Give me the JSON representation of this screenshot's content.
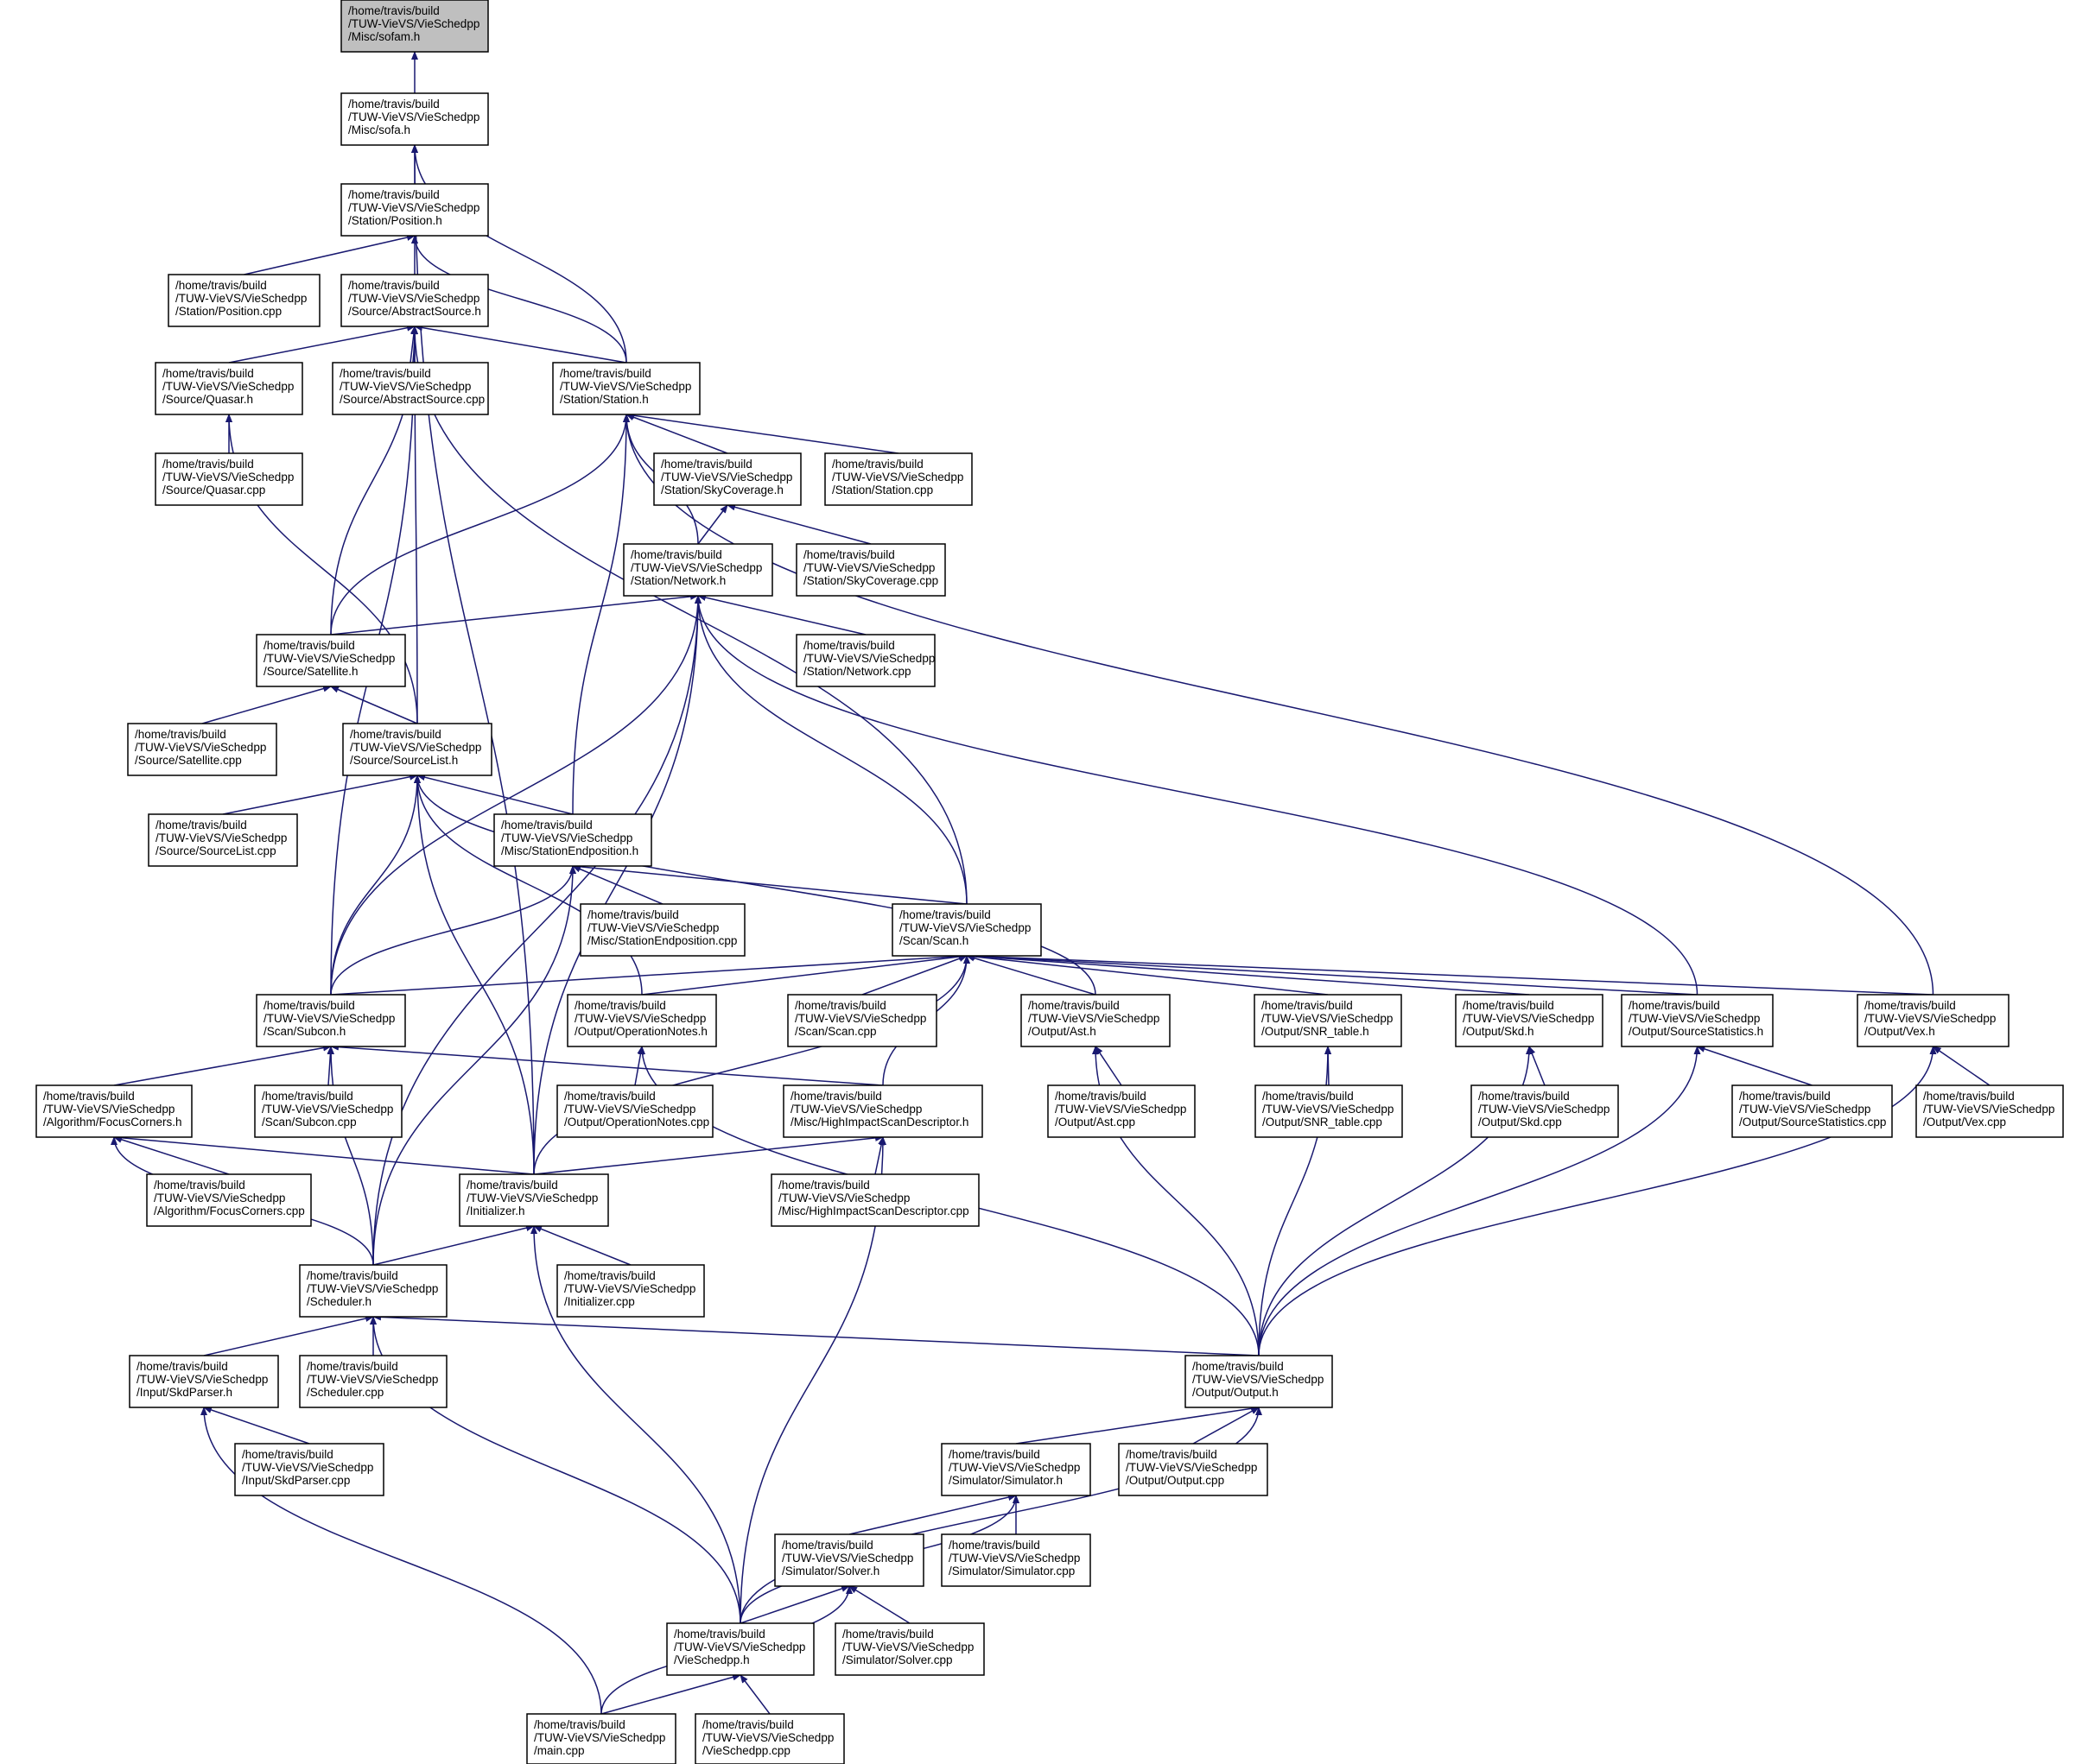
{
  "diagram": {
    "type": "include-dependency-graph",
    "edge_color": "#191970",
    "root_fill": "#bfbfbf",
    "nodes": [
      {
        "id": "sofam_h",
        "lines": [
          "/home/travis/build",
          "/TUW-VieVS/VieSchedpp",
          "/Misc/sofam.h"
        ],
        "root": true
      },
      {
        "id": "sofa_h",
        "lines": [
          "/home/travis/build",
          "/TUW-VieVS/VieSchedpp",
          "/Misc/sofa.h"
        ]
      },
      {
        "id": "position_h",
        "lines": [
          "/home/travis/build",
          "/TUW-VieVS/VieSchedpp",
          "/Station/Position.h"
        ]
      },
      {
        "id": "position_cpp",
        "lines": [
          "/home/travis/build",
          "/TUW-VieVS/VieSchedpp",
          "/Station/Position.cpp"
        ]
      },
      {
        "id": "abstractsource_h",
        "lines": [
          "/home/travis/build",
          "/TUW-VieVS/VieSchedpp",
          "/Source/AbstractSource.h"
        ]
      },
      {
        "id": "quasar_h",
        "lines": [
          "/home/travis/build",
          "/TUW-VieVS/VieSchedpp",
          "/Source/Quasar.h"
        ]
      },
      {
        "id": "abstractsource_cpp",
        "lines": [
          "/home/travis/build",
          "/TUW-VieVS/VieSchedpp",
          "/Source/AbstractSource.cpp"
        ]
      },
      {
        "id": "station_h",
        "lines": [
          "/home/travis/build",
          "/TUW-VieVS/VieSchedpp",
          "/Station/Station.h"
        ]
      },
      {
        "id": "quasar_cpp",
        "lines": [
          "/home/travis/build",
          "/TUW-VieVS/VieSchedpp",
          "/Source/Quasar.cpp"
        ]
      },
      {
        "id": "skycoverage_h",
        "lines": [
          "/home/travis/build",
          "/TUW-VieVS/VieSchedpp",
          "/Station/SkyCoverage.h"
        ]
      },
      {
        "id": "station_cpp",
        "lines": [
          "/home/travis/build",
          "/TUW-VieVS/VieSchedpp",
          "/Station/Station.cpp"
        ]
      },
      {
        "id": "network_h",
        "lines": [
          "/home/travis/build",
          "/TUW-VieVS/VieSchedpp",
          "/Station/Network.h"
        ]
      },
      {
        "id": "skycoverage_cpp",
        "lines": [
          "/home/travis/build",
          "/TUW-VieVS/VieSchedpp",
          "/Station/SkyCoverage.cpp"
        ]
      },
      {
        "id": "satellite_h",
        "lines": [
          "/home/travis/build",
          "/TUW-VieVS/VieSchedpp",
          "/Source/Satellite.h"
        ]
      },
      {
        "id": "network_cpp",
        "lines": [
          "/home/travis/build",
          "/TUW-VieVS/VieSchedpp",
          "/Station/Network.cpp"
        ]
      },
      {
        "id": "satellite_cpp",
        "lines": [
          "/home/travis/build",
          "/TUW-VieVS/VieSchedpp",
          "/Source/Satellite.cpp"
        ]
      },
      {
        "id": "sourcelist_h",
        "lines": [
          "/home/travis/build",
          "/TUW-VieVS/VieSchedpp",
          "/Source/SourceList.h"
        ]
      },
      {
        "id": "sourcelist_cpp",
        "lines": [
          "/home/travis/build",
          "/TUW-VieVS/VieSchedpp",
          "/Source/SourceList.cpp"
        ]
      },
      {
        "id": "stationendposition_h",
        "lines": [
          "/home/travis/build",
          "/TUW-VieVS/VieSchedpp",
          "/Misc/StationEndposition.h"
        ]
      },
      {
        "id": "stationendposition_cpp",
        "lines": [
          "/home/travis/build",
          "/TUW-VieVS/VieSchedpp",
          "/Misc/StationEndposition.cpp"
        ]
      },
      {
        "id": "scan_h",
        "lines": [
          "/home/travis/build",
          "/TUW-VieVS/VieSchedpp",
          "/Scan/Scan.h"
        ]
      },
      {
        "id": "subcon_h",
        "lines": [
          "/home/travis/build",
          "/TUW-VieVS/VieSchedpp",
          "/Scan/Subcon.h"
        ]
      },
      {
        "id": "operationnotes_h",
        "lines": [
          "/home/travis/build",
          "/TUW-VieVS/VieSchedpp",
          "/Output/OperationNotes.h"
        ]
      },
      {
        "id": "scan_cpp",
        "lines": [
          "/home/travis/build",
          "/TUW-VieVS/VieSchedpp",
          "/Scan/Scan.cpp"
        ]
      },
      {
        "id": "ast_h",
        "lines": [
          "/home/travis/build",
          "/TUW-VieVS/VieSchedpp",
          "/Output/Ast.h"
        ]
      },
      {
        "id": "snr_table_h",
        "lines": [
          "/home/travis/build",
          "/TUW-VieVS/VieSchedpp",
          "/Output/SNR_table.h"
        ]
      },
      {
        "id": "skd_h",
        "lines": [
          "/home/travis/build",
          "/TUW-VieVS/VieSchedpp",
          "/Output/Skd.h"
        ]
      },
      {
        "id": "sourcestatistics_h",
        "lines": [
          "/home/travis/build",
          "/TUW-VieVS/VieSchedpp",
          "/Output/SourceStatistics.h"
        ]
      },
      {
        "id": "vex_h",
        "lines": [
          "/home/travis/build",
          "/TUW-VieVS/VieSchedpp",
          "/Output/Vex.h"
        ]
      },
      {
        "id": "focuscorners_h",
        "lines": [
          "/home/travis/build",
          "/TUW-VieVS/VieSchedpp",
          "/Algorithm/FocusCorners.h"
        ]
      },
      {
        "id": "subcon_cpp",
        "lines": [
          "/home/travis/build",
          "/TUW-VieVS/VieSchedpp",
          "/Scan/Subcon.cpp"
        ]
      },
      {
        "id": "operationnotes_cpp",
        "lines": [
          "/home/travis/build",
          "/TUW-VieVS/VieSchedpp",
          "/Output/OperationNotes.cpp"
        ]
      },
      {
        "id": "highimpact_h",
        "lines": [
          "/home/travis/build",
          "/TUW-VieVS/VieSchedpp",
          "/Misc/HighImpactScanDescriptor.h"
        ]
      },
      {
        "id": "ast_cpp",
        "lines": [
          "/home/travis/build",
          "/TUW-VieVS/VieSchedpp",
          "/Output/Ast.cpp"
        ]
      },
      {
        "id": "snr_table_cpp",
        "lines": [
          "/home/travis/build",
          "/TUW-VieVS/VieSchedpp",
          "/Output/SNR_table.cpp"
        ]
      },
      {
        "id": "skd_cpp",
        "lines": [
          "/home/travis/build",
          "/TUW-VieVS/VieSchedpp",
          "/Output/Skd.cpp"
        ]
      },
      {
        "id": "sourcestatistics_cpp",
        "lines": [
          "/home/travis/build",
          "/TUW-VieVS/VieSchedpp",
          "/Output/SourceStatistics.cpp"
        ]
      },
      {
        "id": "vex_cpp",
        "lines": [
          "/home/travis/build",
          "/TUW-VieVS/VieSchedpp",
          "/Output/Vex.cpp"
        ]
      },
      {
        "id": "focuscorners_cpp",
        "lines": [
          "/home/travis/build",
          "/TUW-VieVS/VieSchedpp",
          "/Algorithm/FocusCorners.cpp"
        ]
      },
      {
        "id": "initializer_h",
        "lines": [
          "/home/travis/build",
          "/TUW-VieVS/VieSchedpp",
          "/Initializer.h"
        ]
      },
      {
        "id": "highimpact_cpp",
        "lines": [
          "/home/travis/build",
          "/TUW-VieVS/VieSchedpp",
          "/Misc/HighImpactScanDescriptor.cpp"
        ]
      },
      {
        "id": "scheduler_h",
        "lines": [
          "/home/travis/build",
          "/TUW-VieVS/VieSchedpp",
          "/Scheduler.h"
        ]
      },
      {
        "id": "initializer_cpp",
        "lines": [
          "/home/travis/build",
          "/TUW-VieVS/VieSchedpp",
          "/Initializer.cpp"
        ]
      },
      {
        "id": "skdparser_h",
        "lines": [
          "/home/travis/build",
          "/TUW-VieVS/VieSchedpp",
          "/Input/SkdParser.h"
        ]
      },
      {
        "id": "scheduler_cpp",
        "lines": [
          "/home/travis/build",
          "/TUW-VieVS/VieSchedpp",
          "/Scheduler.cpp"
        ]
      },
      {
        "id": "output_h",
        "lines": [
          "/home/travis/build",
          "/TUW-VieVS/VieSchedpp",
          "/Output/Output.h"
        ]
      },
      {
        "id": "skdparser_cpp",
        "lines": [
          "/home/travis/build",
          "/TUW-VieVS/VieSchedpp",
          "/Input/SkdParser.cpp"
        ]
      },
      {
        "id": "simulator_h",
        "lines": [
          "/home/travis/build",
          "/TUW-VieVS/VieSchedpp",
          "/Simulator/Simulator.h"
        ]
      },
      {
        "id": "output_cpp",
        "lines": [
          "/home/travis/build",
          "/TUW-VieVS/VieSchedpp",
          "/Output/Output.cpp"
        ]
      },
      {
        "id": "solver_h",
        "lines": [
          "/home/travis/build",
          "/TUW-VieVS/VieSchedpp",
          "/Simulator/Solver.h"
        ]
      },
      {
        "id": "simulator_cpp",
        "lines": [
          "/home/travis/build",
          "/TUW-VieVS/VieSchedpp",
          "/Simulator/Simulator.cpp"
        ]
      },
      {
        "id": "vieschedpp_h",
        "lines": [
          "/home/travis/build",
          "/TUW-VieVS/VieSchedpp",
          "/VieSchedpp.h"
        ]
      },
      {
        "id": "solver_cpp",
        "lines": [
          "/home/travis/build",
          "/TUW-VieVS/VieSchedpp",
          "/Simulator/Solver.cpp"
        ]
      },
      {
        "id": "main_cpp",
        "lines": [
          "/home/travis/build",
          "/TUW-VieVS/VieSchedpp",
          "/main.cpp"
        ]
      },
      {
        "id": "vieschedpp_cpp",
        "lines": [
          "/home/travis/build",
          "/TUW-VieVS/VieSchedpp",
          "/VieSchedpp.cpp"
        ]
      }
    ],
    "edges": [
      [
        "sofa_h",
        "sofam_h"
      ],
      [
        "position_h",
        "sofa_h"
      ],
      [
        "station_h",
        "sofa_h"
      ],
      [
        "initializer_h",
        "sofa_h"
      ],
      [
        "position_cpp",
        "position_h"
      ],
      [
        "abstractsource_h",
        "position_h"
      ],
      [
        "station_h",
        "position_h"
      ],
      [
        "quasar_h",
        "abstractsource_h"
      ],
      [
        "abstractsource_cpp",
        "abstractsource_h"
      ],
      [
        "station_h",
        "abstractsource_h"
      ],
      [
        "satellite_h",
        "abstractsource_h"
      ],
      [
        "sourcelist_h",
        "abstractsource_h"
      ],
      [
        "scan_h",
        "abstractsource_h"
      ],
      [
        "subcon_h",
        "abstractsource_h"
      ],
      [
        "quasar_cpp",
        "quasar_h"
      ],
      [
        "sourcelist_h",
        "quasar_h"
      ],
      [
        "skycoverage_h",
        "station_h"
      ],
      [
        "station_cpp",
        "station_h"
      ],
      [
        "network_h",
        "station_h"
      ],
      [
        "satellite_h",
        "station_h"
      ],
      [
        "stationendposition_h",
        "station_h"
      ],
      [
        "vex_h",
        "station_h"
      ],
      [
        "network_h",
        "skycoverage_h"
      ],
      [
        "skycoverage_cpp",
        "skycoverage_h"
      ],
      [
        "satellite_h",
        "network_h"
      ],
      [
        "network_cpp",
        "network_h"
      ],
      [
        "scan_h",
        "network_h"
      ],
      [
        "subcon_h",
        "network_h"
      ],
      [
        "initializer_h",
        "network_h"
      ],
      [
        "scheduler_h",
        "network_h"
      ],
      [
        "sourcestatistics_h",
        "network_h"
      ],
      [
        "satellite_cpp",
        "satellite_h"
      ],
      [
        "sourcelist_h",
        "satellite_h"
      ],
      [
        "sourcelist_cpp",
        "sourcelist_h"
      ],
      [
        "stationendposition_h",
        "sourcelist_h"
      ],
      [
        "subcon_h",
        "sourcelist_h"
      ],
      [
        "operationnotes_h",
        "sourcelist_h"
      ],
      [
        "initializer_h",
        "sourcelist_h"
      ],
      [
        "ast_h",
        "sourcelist_h"
      ],
      [
        "stationendposition_cpp",
        "stationendposition_h"
      ],
      [
        "scan_h",
        "stationendposition_h"
      ],
      [
        "subcon_h",
        "stationendposition_h"
      ],
      [
        "scheduler_h",
        "stationendposition_h"
      ],
      [
        "subcon_h",
        "scan_h"
      ],
      [
        "operationnotes_h",
        "scan_h"
      ],
      [
        "scan_cpp",
        "scan_h"
      ],
      [
        "ast_h",
        "scan_h"
      ],
      [
        "snr_table_h",
        "scan_h"
      ],
      [
        "skd_h",
        "scan_h"
      ],
      [
        "sourcestatistics_h",
        "scan_h"
      ],
      [
        "vex_h",
        "scan_h"
      ],
      [
        "highimpact_h",
        "scan_h"
      ],
      [
        "initializer_h",
        "scan_h"
      ],
      [
        "focuscorners_h",
        "subcon_h"
      ],
      [
        "subcon_cpp",
        "subcon_h"
      ],
      [
        "highimpact_h",
        "subcon_h"
      ],
      [
        "scheduler_h",
        "subcon_h"
      ],
      [
        "operationnotes_cpp",
        "operationnotes_h"
      ],
      [
        "output_h",
        "operationnotes_h"
      ],
      [
        "ast_cpp",
        "ast_h"
      ],
      [
        "output_h",
        "ast_h"
      ],
      [
        "snr_table_cpp",
        "snr_table_h"
      ],
      [
        "output_h",
        "snr_table_h"
      ],
      [
        "skd_cpp",
        "skd_h"
      ],
      [
        "output_h",
        "skd_h"
      ],
      [
        "sourcestatistics_cpp",
        "sourcestatistics_h"
      ],
      [
        "output_h",
        "sourcestatistics_h"
      ],
      [
        "vex_cpp",
        "vex_h"
      ],
      [
        "output_h",
        "vex_h"
      ],
      [
        "focuscorners_cpp",
        "focuscorners_h"
      ],
      [
        "initializer_h",
        "focuscorners_h"
      ],
      [
        "scheduler_h",
        "focuscorners_h"
      ],
      [
        "initializer_h",
        "highimpact_h"
      ],
      [
        "highimpact_cpp",
        "highimpact_h"
      ],
      [
        "vieschedpp_h",
        "highimpact_h"
      ],
      [
        "scheduler_h",
        "initializer_h"
      ],
      [
        "initializer_cpp",
        "initializer_h"
      ],
      [
        "vieschedpp_h",
        "initializer_h"
      ],
      [
        "skdparser_h",
        "scheduler_h"
      ],
      [
        "scheduler_cpp",
        "scheduler_h"
      ],
      [
        "output_h",
        "scheduler_h"
      ],
      [
        "vieschedpp_h",
        "scheduler_h"
      ],
      [
        "skdparser_cpp",
        "skdparser_h"
      ],
      [
        "main_cpp",
        "skdparser_h"
      ],
      [
        "simulator_h",
        "output_h"
      ],
      [
        "output_cpp",
        "output_h"
      ],
      [
        "vieschedpp_h",
        "output_h"
      ],
      [
        "solver_h",
        "simulator_h"
      ],
      [
        "simulator_cpp",
        "simulator_h"
      ],
      [
        "vieschedpp_h",
        "simulator_h"
      ],
      [
        "vieschedpp_h",
        "solver_h"
      ],
      [
        "solver_cpp",
        "solver_h"
      ],
      [
        "main_cpp",
        "solver_h"
      ],
      [
        "main_cpp",
        "vieschedpp_h"
      ],
      [
        "vieschedpp_cpp",
        "vieschedpp_h"
      ]
    ]
  }
}
